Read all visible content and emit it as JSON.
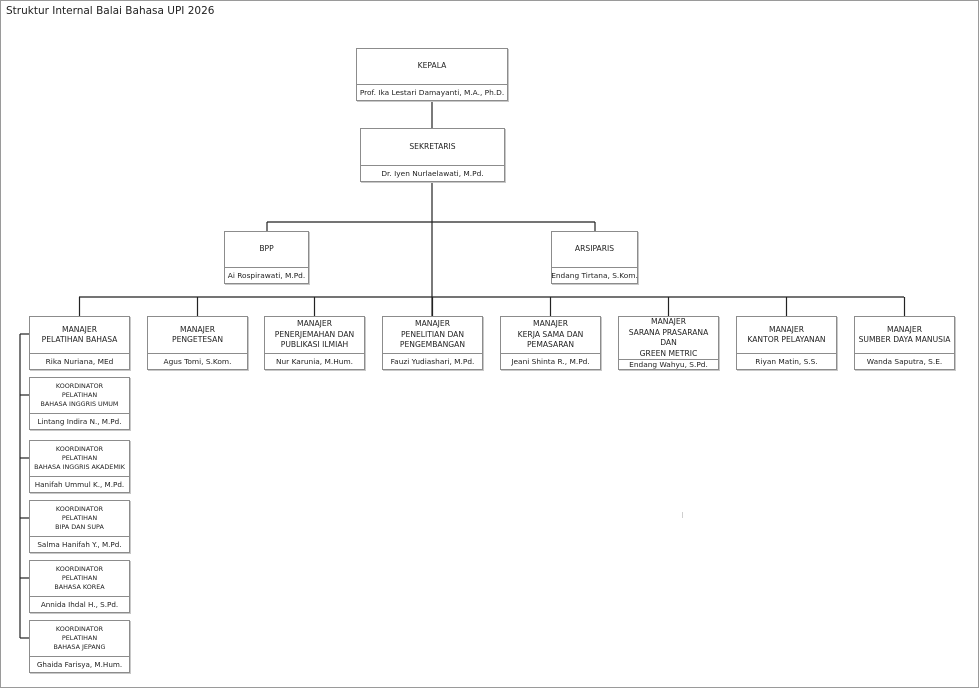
{
  "title": "Struktur Internal Balai Bahasa UPI 2026",
  "colors": {
    "border": "#8c8c8c",
    "line": "#222222",
    "background": "#ffffff"
  },
  "kepala": {
    "title": [
      "KEPALA"
    ],
    "name": "Prof. Ika Lestari Damayanti, M.A., Ph.D."
  },
  "sekretaris": {
    "title": [
      "SEKRETARIS"
    ],
    "name": "Dr. Iyen Nurlaelawati, M.Pd."
  },
  "bpp": {
    "title": [
      "BPP"
    ],
    "name": "Ai Rospirawati, M.Pd."
  },
  "arsiparis": {
    "title": [
      "ARSIPARIS"
    ],
    "name": "Endang Tirtana, S.Kom."
  },
  "managers": [
    {
      "title": [
        "MANAJER",
        "PELATIHAN BAHASA"
      ],
      "name": "Rika Nuriana, MEd"
    },
    {
      "title": [
        "MANAJER",
        "PENGETESAN"
      ],
      "name": "Agus Tomi, S.Kom."
    },
    {
      "title": [
        "MANAJER",
        "PENERJEMAHAN DAN",
        "PUBLIKASI ILMIAH"
      ],
      "name": "Nur Karunia, M.Hum."
    },
    {
      "title": [
        "MANAJER",
        "PENELITIAN DAN",
        "PENGEMBANGAN"
      ],
      "name": "Fauzi Yudiashari, M.Pd."
    },
    {
      "title": [
        "MANAJER",
        "KERJA SAMA DAN",
        "PEMASARAN"
      ],
      "name": "Jeani Shinta R., M.Pd."
    },
    {
      "title": [
        "MANAJER",
        "SARANA PRASARANA DAN",
        "GREEN METRIC"
      ],
      "name": "Endang Wahyu, S.Pd."
    },
    {
      "title": [
        "MANAJER",
        "KANTOR PELAYANAN"
      ],
      "name": "Riyan Matin, S.S."
    },
    {
      "title": [
        "MANAJER",
        "SUMBER DAYA MANUSIA"
      ],
      "name": "Wanda Saputra, S.E."
    }
  ],
  "coordinators": [
    {
      "title": [
        "KOORDINATOR",
        "PELATIHAN",
        "BAHASA INGGRIS UMUM"
      ],
      "name": "Lintang Indira N., M.Pd."
    },
    {
      "title": [
        "KOORDINATOR",
        "PELATIHAN",
        "BAHASA INGGRIS AKADEMIK"
      ],
      "name": "Hanifah Ummul K., M.Pd."
    },
    {
      "title": [
        "KOORDINATOR",
        "PELATIHAN",
        "BIPA DAN SUPA"
      ],
      "name": "Salma Hanifah Y., M.Pd."
    },
    {
      "title": [
        "KOORDINATOR",
        "PELATIHAN",
        "BAHASA KOREA"
      ],
      "name": "Annida Ihdal H., S.Pd."
    },
    {
      "title": [
        "KOORDINATOR",
        "PELATIHAN",
        "BAHASA JEPANG"
      ],
      "name": "Ghaida Farisya, M.Hum."
    }
  ]
}
